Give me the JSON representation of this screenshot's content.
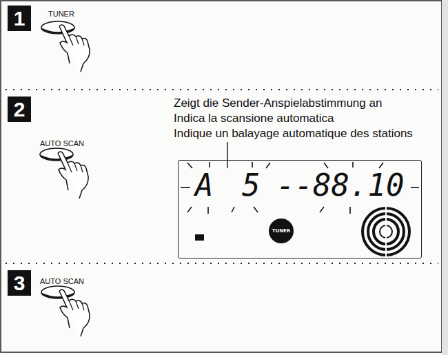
{
  "diagram": {
    "nodes": [
      {
        "text": [
          "1"
        ]
      },
      {
        "text": [
          "2"
        ]
      },
      {
        "text": [
          "A",
          "5",
          "--88.10"
        ]
      },
      {
        "text": [
          "TUNER"
        ],
        "in": 2
      },
      {
        "text": [
          "3"
        ]
      }
    ],
    "edges": [],
    "labels": [
      "TUNER",
      "AUTO SCAN",
      "Zeigt die Sender-Anspielabstimmung an",
      "Indica la scansione automatica",
      "Indique un balayage automatique des stations",
      "AUTO SCAN"
    ]
  }
}
